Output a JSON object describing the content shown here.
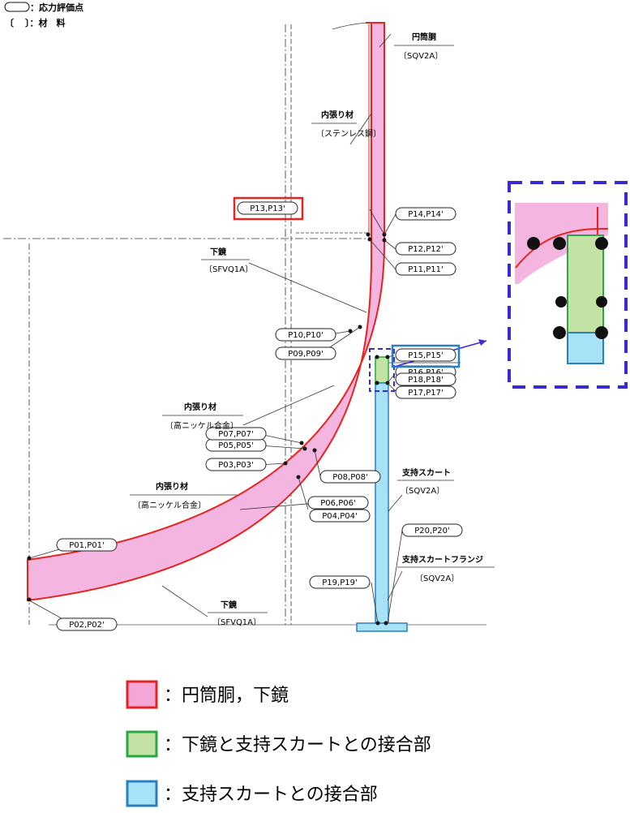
{
  "header_notes": {
    "stress_point_symbol_text": "：応力評価点",
    "material_bracket_open": "〔",
    "material_bracket_close": "〕：材　料"
  },
  "point_labels": [
    "P01,P01'",
    "P02,P02'",
    "P03,P03'",
    "P04,P04'",
    "P05,P05'",
    "P06,P06'",
    "P07,P07'",
    "P08,P08'",
    "P09,P09'",
    "P10,P10'",
    "P11,P11'",
    "P12,P12'",
    "P13,P13'",
    "P14,P14'",
    "P15,P15'",
    "P16,P16'",
    "P17,P17'",
    "P18,P18'",
    "P19,P19'",
    "P20,P20'"
  ],
  "part_labels": {
    "cylinder": "円筒胴",
    "cylinder_material": "〔SQV2A〕",
    "liner_upper": "内張り材",
    "liner_upper_material": "〔ステンレス鋼〕",
    "lower_head_1": "下鏡",
    "lower_head_1_material": "〔SFVQ1A〕",
    "liner_mid": "内張り材",
    "liner_mid_material": "〔高ニッケル合金〕",
    "liner_low": "内張り材",
    "liner_low_material": "〔高ニッケル合金〕",
    "skirt": "支持スカート",
    "skirt_material": "〔SQV2A〕",
    "skirt_flange": "支持スカートフランジ",
    "skirt_flange_material": "〔SQV2A〕",
    "lower_head_2": "下鏡",
    "lower_head_2_material": "〔SFVQ1A〕"
  },
  "legend": [
    {
      "text": "：円筒胴，下鏡",
      "fill": "#f4a6d8",
      "stroke": "#e8231f"
    },
    {
      "text": "：下鏡と支持スカートとの接合部",
      "fill": "#c4e2a4",
      "stroke": "#27a843"
    },
    {
      "text": "：支持スカートとの接合部",
      "fill": "#a8e2f6",
      "stroke": "#2b7fc1"
    }
  ],
  "colors": {
    "pink": "#f4b6e0",
    "red": "#e8231f",
    "green": "#c4e2a4",
    "green_stroke": "#27a843",
    "blue": "#a8e2f6",
    "blue_stroke": "#2b7fc1",
    "dash_purple": "#3a2ad6"
  }
}
